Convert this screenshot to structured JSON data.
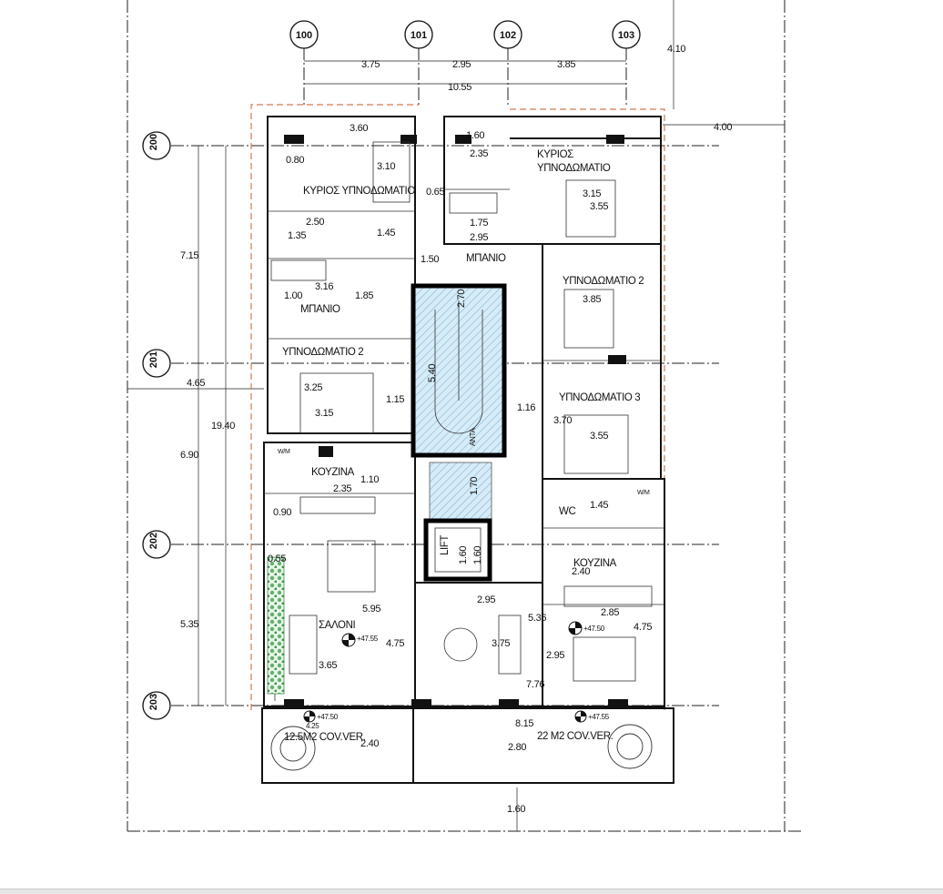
{
  "grid_axes_vertical": [
    "100",
    "101",
    "102",
    "103"
  ],
  "grid_axes_horizontal": [
    "200",
    "201",
    "202",
    "203"
  ],
  "dimensions": {
    "top_spans": [
      "3.75",
      "2.95",
      "3.85"
    ],
    "top_total": "10.55",
    "top_right_offset": "4.10",
    "right_setback": "4.00",
    "left_spans": [
      "7.15",
      "6.90",
      "5.35"
    ],
    "left_total": "19.40",
    "left_setback": "4.65",
    "bottom_setback": "1.60"
  },
  "rooms": {
    "master_bedroom_left": "ΚΥΡΙΟΣ ΥΠΝΟΔΩΜΑΤΙΟ",
    "master_bedroom_right_line1": "ΚΥΡΙΟΣ",
    "master_bedroom_right_line2": "ΥΠΝΟΔΩΜΑΤΙΟ",
    "bathroom_left": "ΜΠΑΝΙΟ",
    "bathroom_right": "ΜΠΑΝΙΟ",
    "bedroom2_left": "ΥΠΝΟΔΩΜΑΤΙΟ 2",
    "bedroom2_right": "ΥΠΝΟΔΩΜΑΤΙΟ 2",
    "bedroom3_right": "ΥΠΝΟΔΩΜΑΤΙΟ 3",
    "kitchen_left": "ΚΟΥΖΙΝΑ",
    "kitchen_right": "ΚΟΥΖΙΝΑ",
    "living_left": "ΣΑΛΟΝΙ",
    "wc": "WC",
    "lift": "LIFT",
    "shaft": "ΑΝΤΑ",
    "veranda_left": "12.5M2 COV.VER.",
    "veranda_right": "22 M2 COV.VER.",
    "wm_left": "W/M",
    "wm_right": "W/M"
  },
  "room_dims": {
    "l_360": "3.60",
    "l_080": "0.80",
    "l_310": "3.10",
    "l_250": "2.50",
    "l_135": "1.35",
    "l_145": "1.45",
    "l_316": "3.16",
    "l_100": "1.00",
    "l_185": "1.85",
    "l_325": "3.25",
    "l_315": "3.15",
    "l_115": "1.15",
    "l_110": "1.10",
    "l_235": "2.35",
    "l_090": "0.90",
    "l_055": "0.55",
    "l_595": "5.95",
    "l_475": "4.75",
    "l_365": "3.65",
    "l_240": "2.40",
    "c_065": "0.65",
    "c_150": "1.50",
    "c_270": "2.70",
    "c_540": "5.40",
    "c_170": "1.70",
    "c_160a": "1.60",
    "c_160b": "1.60",
    "c_295": "2.95",
    "c_375": "3.75",
    "c_280": "2.80",
    "r_160": "1.60",
    "r_235": "2.35",
    "r_175": "1.75",
    "r_295": "2.95",
    "r_315": "3.15",
    "r_355": "3.55",
    "r_385": "3.85",
    "r_116": "1.16",
    "r_370": "3.70",
    "r_355b": "3.55",
    "r_145": "1.45",
    "r_240": "2.40",
    "r_536": "5.36",
    "r_285": "2.85",
    "r_475": "4.75",
    "r_295b": "2.95",
    "r_776": "7.76",
    "r_815": "8.15"
  },
  "levels": {
    "left": "+47.55",
    "center_right": "+47.50",
    "bottom_left": "+47.50",
    "bottom_right": "+47.55",
    "bottom_left_small": "4.25"
  },
  "colors": {
    "line": "#111111",
    "property_line": "#d27a52",
    "stair_hatch": "#9ecbe6",
    "planter": "#5fb36a"
  }
}
